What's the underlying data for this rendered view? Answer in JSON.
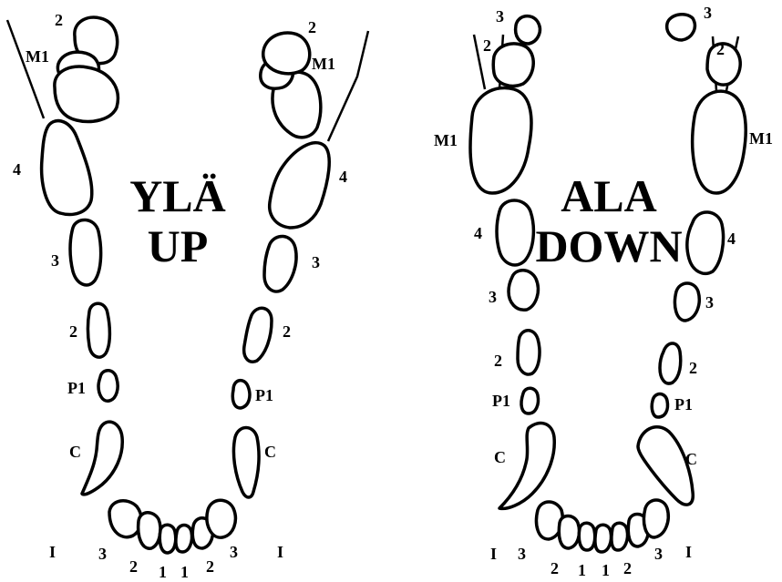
{
  "upper_jaw": {
    "title_fi": "YLÄ",
    "title_en": "UP",
    "labels": {
      "molar_2_left": "2",
      "molar_2_right": "2",
      "m1_left": "M1",
      "m1_right": "M1",
      "p4_left": "4",
      "p4_right": "4",
      "p3_left": "3",
      "p3_right": "3",
      "p2_left": "2",
      "p2_right": "2",
      "p1_left": "P1",
      "p1_right": "P1",
      "canine_left": "C",
      "canine_right": "C",
      "incisor_left": "I",
      "incisor_right": "I",
      "i3_left": "3",
      "i2_left": "2",
      "i1_left": "1",
      "i1_right": "1",
      "i2_right": "2",
      "i3_right": "3"
    }
  },
  "lower_jaw": {
    "title_fi": "ALA",
    "title_en": "DOWN",
    "labels": {
      "molar_3_left": "3",
      "molar_3_right": "3",
      "molar_2_left": "2",
      "molar_2_right": "2",
      "m1_left": "M1",
      "m1_right": "M1",
      "p4_left": "4",
      "p4_right": "4",
      "p3_left": "3",
      "p3_right": "3",
      "p2_left": "2",
      "p2_right": "2",
      "p1_left": "P1",
      "p1_right": "P1",
      "canine_left": "C",
      "canine_right": "C",
      "incisor_left": "I",
      "incisor_right": "I",
      "i3_left": "3",
      "i2_left": "2",
      "i1_left": "1",
      "i1_right": "1",
      "i2_right": "2",
      "i3_right": "3"
    }
  }
}
